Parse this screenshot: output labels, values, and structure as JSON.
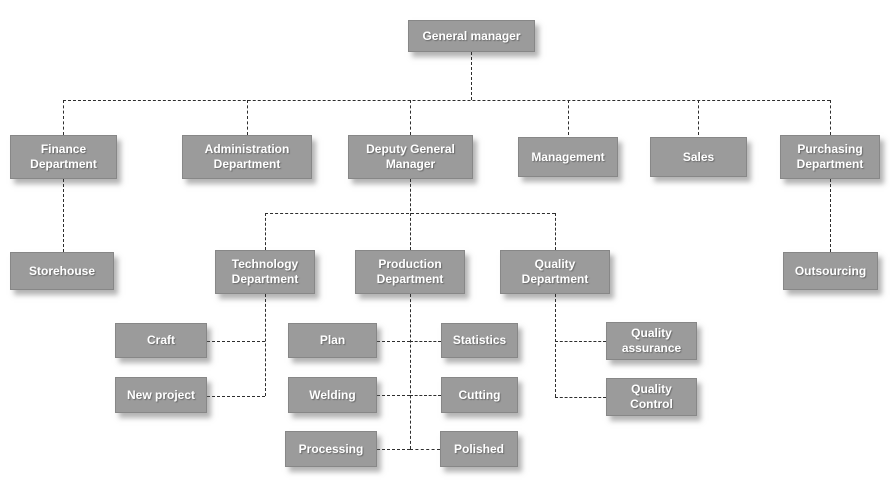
{
  "diagram": {
    "type": "org-chart",
    "nodes": {
      "general_manager": {
        "label": "General manager"
      },
      "finance": {
        "label": "Finance Department"
      },
      "administration": {
        "label": "Administration Department"
      },
      "deputy_general_manager": {
        "label": "Deputy General Manager"
      },
      "management": {
        "label": "Management"
      },
      "sales": {
        "label": "Sales"
      },
      "purchasing": {
        "label": "Purchasing Department"
      },
      "storehouse": {
        "label": "Storehouse"
      },
      "technology": {
        "label": "Technology Department"
      },
      "production": {
        "label": "Production Department"
      },
      "quality": {
        "label": "Quality Department"
      },
      "outsourcing": {
        "label": "Outsourcing"
      },
      "craft": {
        "label": "Craft"
      },
      "new_project": {
        "label": "New project"
      },
      "plan": {
        "label": "Plan"
      },
      "welding": {
        "label": "Welding"
      },
      "processing": {
        "label": "Processing"
      },
      "statistics": {
        "label": "Statistics"
      },
      "cutting": {
        "label": "Cutting"
      },
      "polished": {
        "label": "Polished"
      },
      "quality_assurance": {
        "label": "Quality assurance"
      },
      "quality_control": {
        "label": "Quality Control"
      }
    },
    "hierarchy": {
      "general_manager": [
        "finance",
        "administration",
        "deputy_general_manager",
        "management",
        "sales",
        "purchasing"
      ],
      "finance": [
        "storehouse"
      ],
      "purchasing": [
        "outsourcing"
      ],
      "deputy_general_manager": [
        "technology",
        "production",
        "quality"
      ],
      "technology": [
        "craft",
        "new_project"
      ],
      "production": [
        "plan",
        "welding",
        "processing",
        "statistics",
        "cutting",
        "polished"
      ],
      "quality": [
        "quality_assurance",
        "quality_control"
      ]
    },
    "theme": {
      "box_fill": "#9b9b9b",
      "box_border": "#878787",
      "box_text": "#ffffff",
      "connector": "#2e2e2e",
      "background": "#ffffff"
    }
  }
}
